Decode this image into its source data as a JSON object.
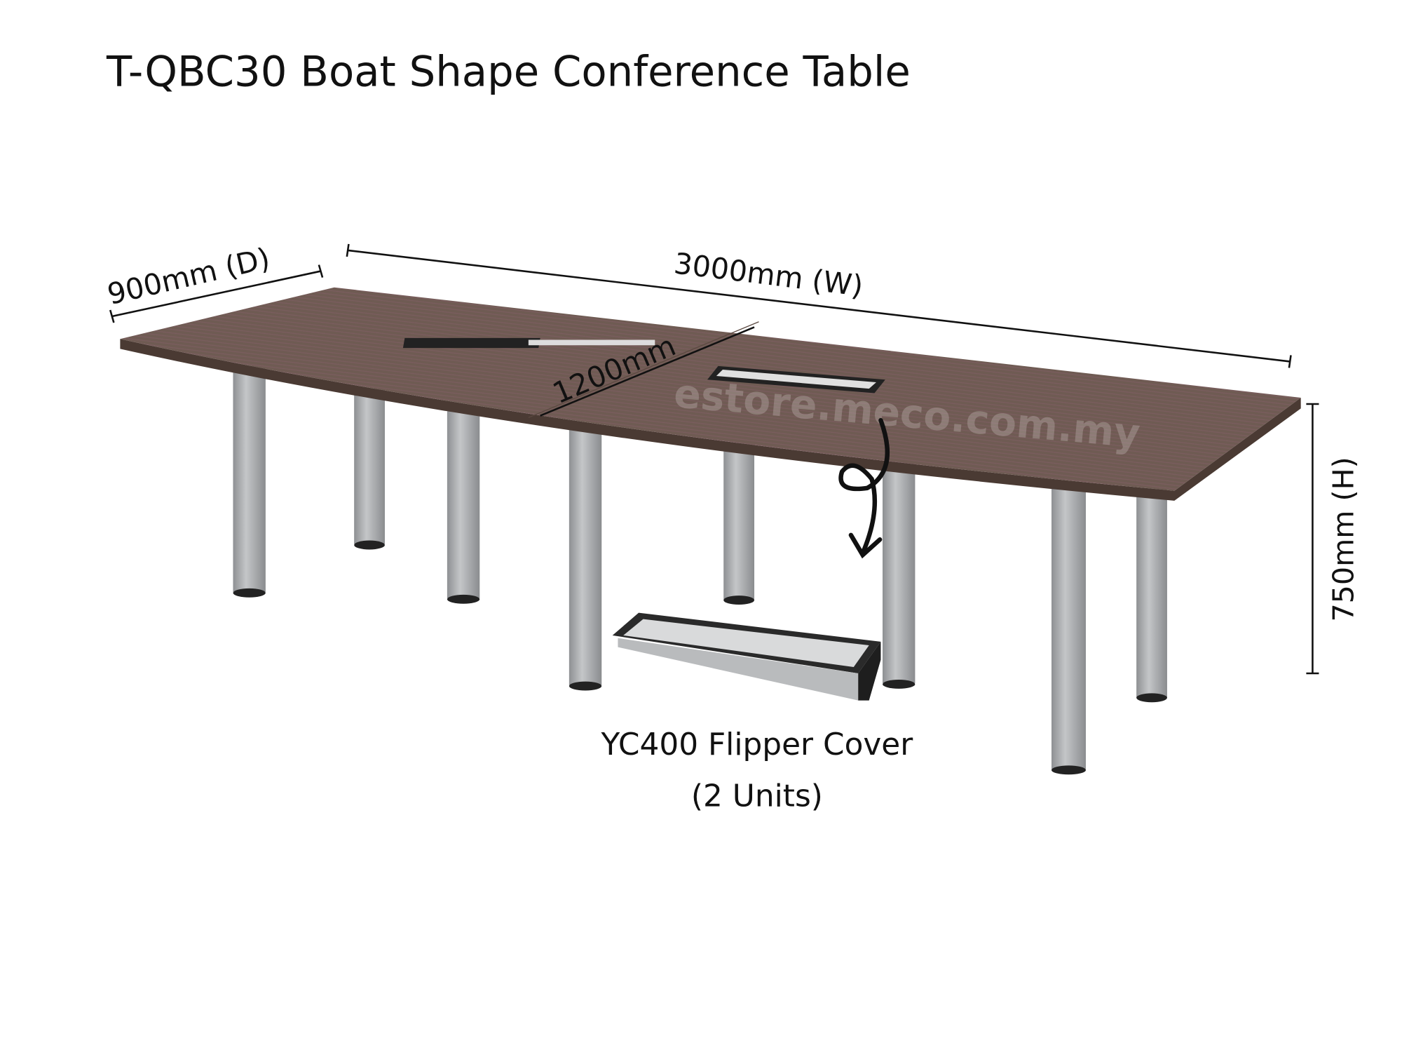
{
  "title": "T-QBC30 Boat Shape Conference Table",
  "dimensions": {
    "depth": "900mm (D)",
    "width": "3000mm (W)",
    "segment": "1200mm",
    "height": "750mm (H)"
  },
  "watermark": "estore.meco.com.my",
  "accessory": {
    "name": "YC400 Flipper Cover",
    "quantity": "(2 Units)"
  },
  "colors": {
    "tabletop": "#6e5a52",
    "edge": "#4a3a33",
    "leg": "#a9abad"
  }
}
